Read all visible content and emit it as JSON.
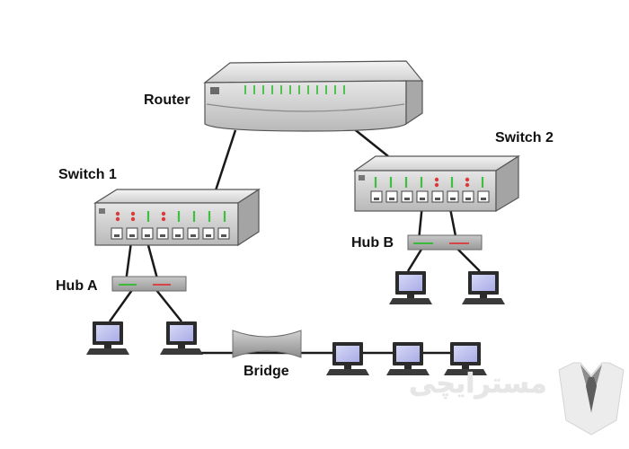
{
  "diagram": {
    "labels": {
      "router": "Router",
      "switch1": "Switch 1",
      "switch2": "Switch 2",
      "hub_a": "Hub A",
      "hub_b": "Hub B",
      "bridge": "Bridge"
    },
    "watermark": {
      "text": "مسترایچی"
    }
  }
}
